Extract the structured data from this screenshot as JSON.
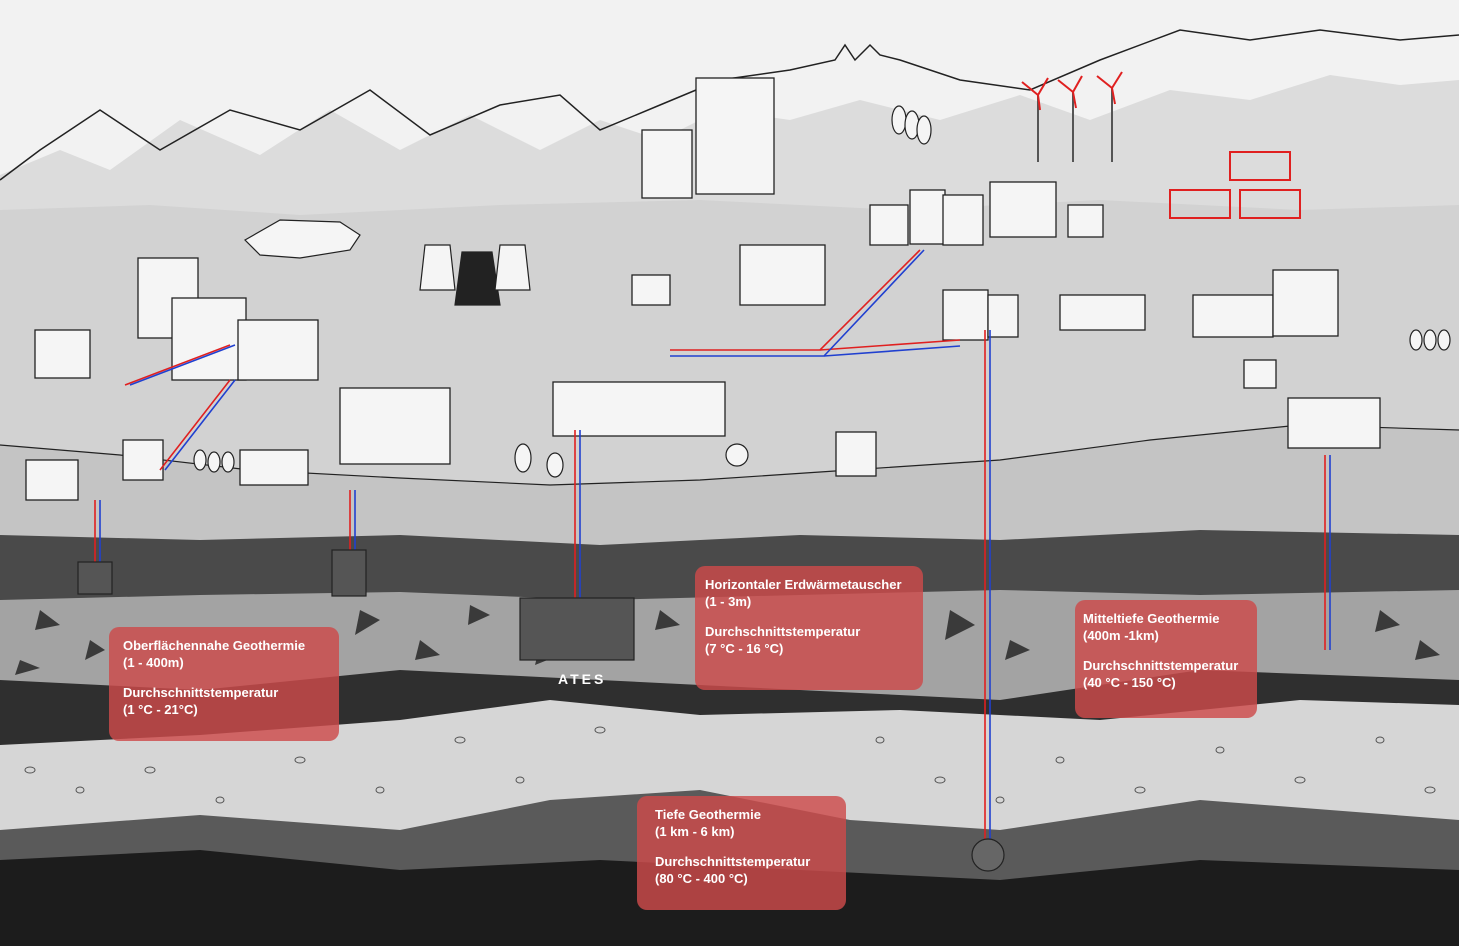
{
  "labels": {
    "ates": "ATES"
  },
  "boxes": {
    "shallow": {
      "title": "Oberflächennahe Geothermie",
      "range": "(1 - 400m)",
      "temp_label": "Durchschnittstemperatur",
      "temp_range": "(1 °C - 21°C)"
    },
    "horizontal": {
      "title": "Horizontaler Erdwärmetauscher",
      "range": "(1 - 3m)",
      "temp_label": "Durchschnittstemperatur",
      "temp_range": "(7 °C - 16 °C)"
    },
    "medium": {
      "title": "Mitteltiefe Geothermie",
      "range": "(400m -1km)",
      "temp_label": "Durchschnittstemperatur",
      "temp_range": "(40 °C - 150 °C)"
    },
    "deep": {
      "title": "Tiefe Geothermie",
      "range": "(1 km - 6 km)",
      "temp_label": "Durchschnittstemperatur",
      "temp_range": "(80 °C - 400 °C)"
    }
  },
  "colors": {
    "sky": "#f2f2f2",
    "mountains_far": "#d9d9d9",
    "town_ground": "#d3d3d3",
    "hill": "#c4c4c4",
    "soil_band": "#4a4a4a",
    "rock_layer": "#a3a3a3",
    "dark_layer": "#2f2f2f",
    "gravel_layer": "#d6d6d6",
    "deep_layer": "#5a5a5a",
    "bottom_layer": "#1c1c1c",
    "pipe_warm": "#e02020",
    "pipe_cold": "#2040d0",
    "solar_red": "#e02020",
    "box_fill": "#cd4b4b"
  }
}
